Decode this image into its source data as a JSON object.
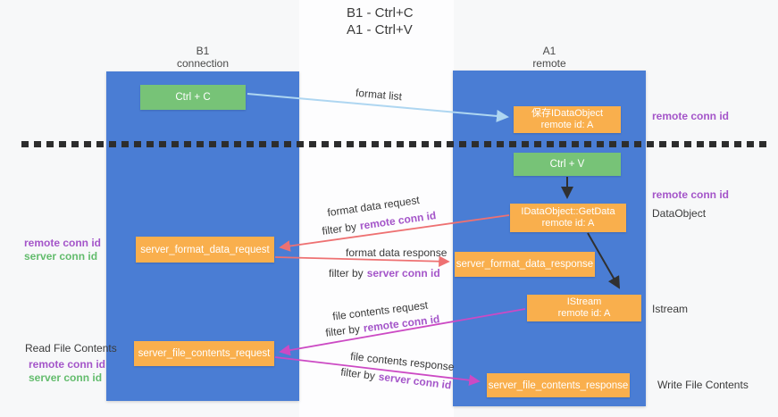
{
  "title": {
    "line1": "B1 - Ctrl+C",
    "line2": "A1 - Ctrl+V"
  },
  "lanes": {
    "left": {
      "header1": "B1",
      "header2": "connection"
    },
    "right": {
      "header1": "A1",
      "header2": "remote"
    }
  },
  "nodes": {
    "ctrl_c": {
      "label": "Ctrl + C"
    },
    "ctrl_v": {
      "label": "Ctrl + V"
    },
    "save_idataobject": {
      "line1": "保存IDataObject",
      "line2": "remote id: A"
    },
    "getdata": {
      "line1": "IDataObject::GetData",
      "line2": "remote id: A"
    },
    "istream": {
      "line1": "IStream",
      "line2": "remote id: A"
    },
    "format_request": {
      "label": "server_format_data_request"
    },
    "format_response": {
      "label": "server_format_data_response"
    },
    "file_request": {
      "label": "server_file_contents_request"
    },
    "file_response": {
      "label": "server_file_contents_response"
    }
  },
  "edge_labels": {
    "format_list": "format list",
    "format_data_request": "format data request",
    "format_data_response": "format data response",
    "file_contents_request": "file contents request",
    "file_contents_response": "file contents response",
    "filter_prefix": "filter by",
    "remote_conn_id": "remote conn id",
    "server_conn_id": "server conn id"
  },
  "side_labels": {
    "remote_conn_id": "remote conn id",
    "server_conn_id": "server conn id",
    "dataobject": "DataObject",
    "istream": "Istream",
    "read_file_contents": "Read File Contents",
    "write_file_contents": "Write File Contents"
  },
  "colors": {
    "lane_blue": "#4a7dd4",
    "node_green": "#77c377",
    "node_orange": "#f9af4d",
    "purple_text": "#a455c9",
    "green_text": "#63bc6d",
    "arrow_light_blue": "#aed6f1",
    "arrow_salmon": "#ee7172",
    "arrow_magenta": "#cc4ac4",
    "arrow_black": "#303030"
  }
}
